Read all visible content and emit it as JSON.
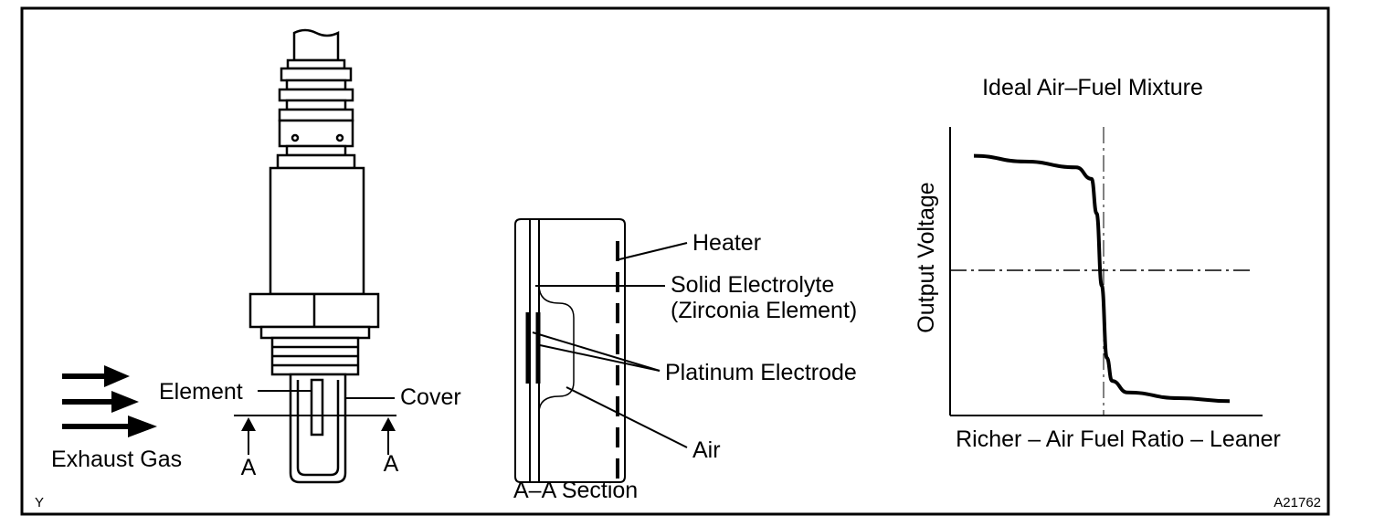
{
  "sensor": {
    "element_label": "Element",
    "cover_label": "Cover",
    "exhaust_label": "Exhaust Gas",
    "section_mark_left": "A",
    "section_mark_right": "A"
  },
  "section": {
    "title": "A–A Section",
    "heater_label": "Heater",
    "electrolyte_label": "Solid Electrolyte",
    "electrolyte_sub_label": "(Zirconia Element)",
    "electrode_label": "Platinum Electrode",
    "air_label": "Air"
  },
  "chart_data": {
    "type": "line",
    "title": "Ideal Air–Fuel Mixture",
    "xlabel": "Richer – Air Fuel Ratio – Leaner",
    "ylabel": "Output Voltage",
    "x_ticks": [],
    "y_ticks": [],
    "grid": false,
    "reference_lines": [
      "vertical at ideal air-fuel ratio",
      "horizontal at mid output voltage"
    ],
    "series": [
      {
        "shape": "sigmoid step: high voltage on rich side, sharp drop at ideal ratio, low voltage on lean side",
        "x": [
          0.0,
          0.2,
          0.4,
          0.46,
          0.48,
          0.5,
          0.52,
          0.54,
          0.6,
          0.8,
          1.0
        ],
        "y": [
          0.9,
          0.88,
          0.86,
          0.82,
          0.7,
          0.45,
          0.2,
          0.12,
          0.08,
          0.06,
          0.05
        ]
      }
    ]
  },
  "footer": {
    "corner_left": "Y",
    "figure_id": "A21762"
  }
}
